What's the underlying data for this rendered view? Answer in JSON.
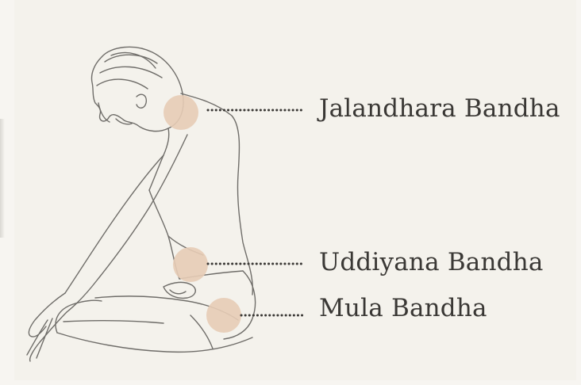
{
  "bandhas": [
    {
      "id": "jalandhara",
      "label": "Jalandhara Bandha"
    },
    {
      "id": "uddiyana",
      "label": "Uddiyana Bandha"
    },
    {
      "id": "mula",
      "label": "Mula Bandha"
    }
  ],
  "colors": {
    "background": "#f4f2ec",
    "marker": "#e7ccb6",
    "line": "#3a3835",
    "sketch": "#6f6d69"
  }
}
